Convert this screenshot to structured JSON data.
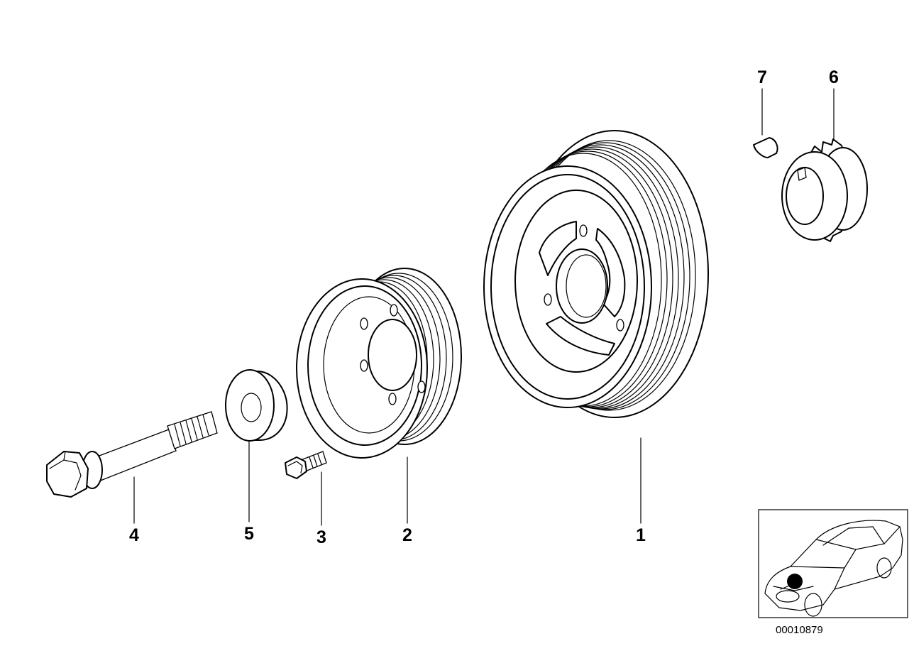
{
  "callouts": [
    {
      "id": "1",
      "label": "1"
    },
    {
      "id": "2",
      "label": "2"
    },
    {
      "id": "3",
      "label": "3"
    },
    {
      "id": "4",
      "label": "4"
    },
    {
      "id": "5",
      "label": "5"
    },
    {
      "id": "6",
      "label": "6"
    },
    {
      "id": "7",
      "label": "7"
    }
  ],
  "reference_number": "00010879",
  "icons": {
    "crankshaft_pulley": "pulley-icon",
    "hub": "hub-icon",
    "bolt_small": "bolt-icon",
    "bolt_long": "bolt-icon",
    "washer": "washer-icon",
    "sprocket": "sprocket-icon",
    "key": "woodruff-key-icon",
    "car": "car-icon"
  }
}
